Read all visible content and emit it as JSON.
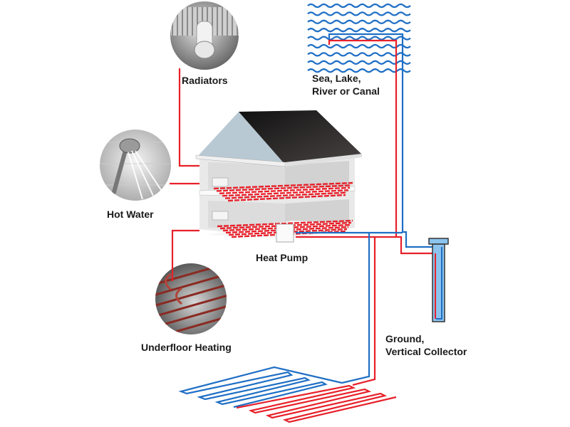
{
  "labels": {
    "radiators": "Radiators",
    "hot_water": "Hot Water",
    "heat_pump": "Heat Pump",
    "underfloor": "Underfloor Heating",
    "water_source": [
      "Sea, Lake,",
      "River or Canal"
    ],
    "ground_vertical": [
      "Ground,",
      "Vertical Collector"
    ]
  },
  "colors": {
    "hot_pipe": "#e8202a",
    "cold_pipe": "#1f6fc5",
    "roof": "#2a2626",
    "collector_fill": "#8cc4ee"
  },
  "icons": [
    "radiator-photo",
    "shower-photo",
    "underfloor-heating-photo",
    "house-cutaway",
    "water-waves",
    "vertical-collector"
  ]
}
